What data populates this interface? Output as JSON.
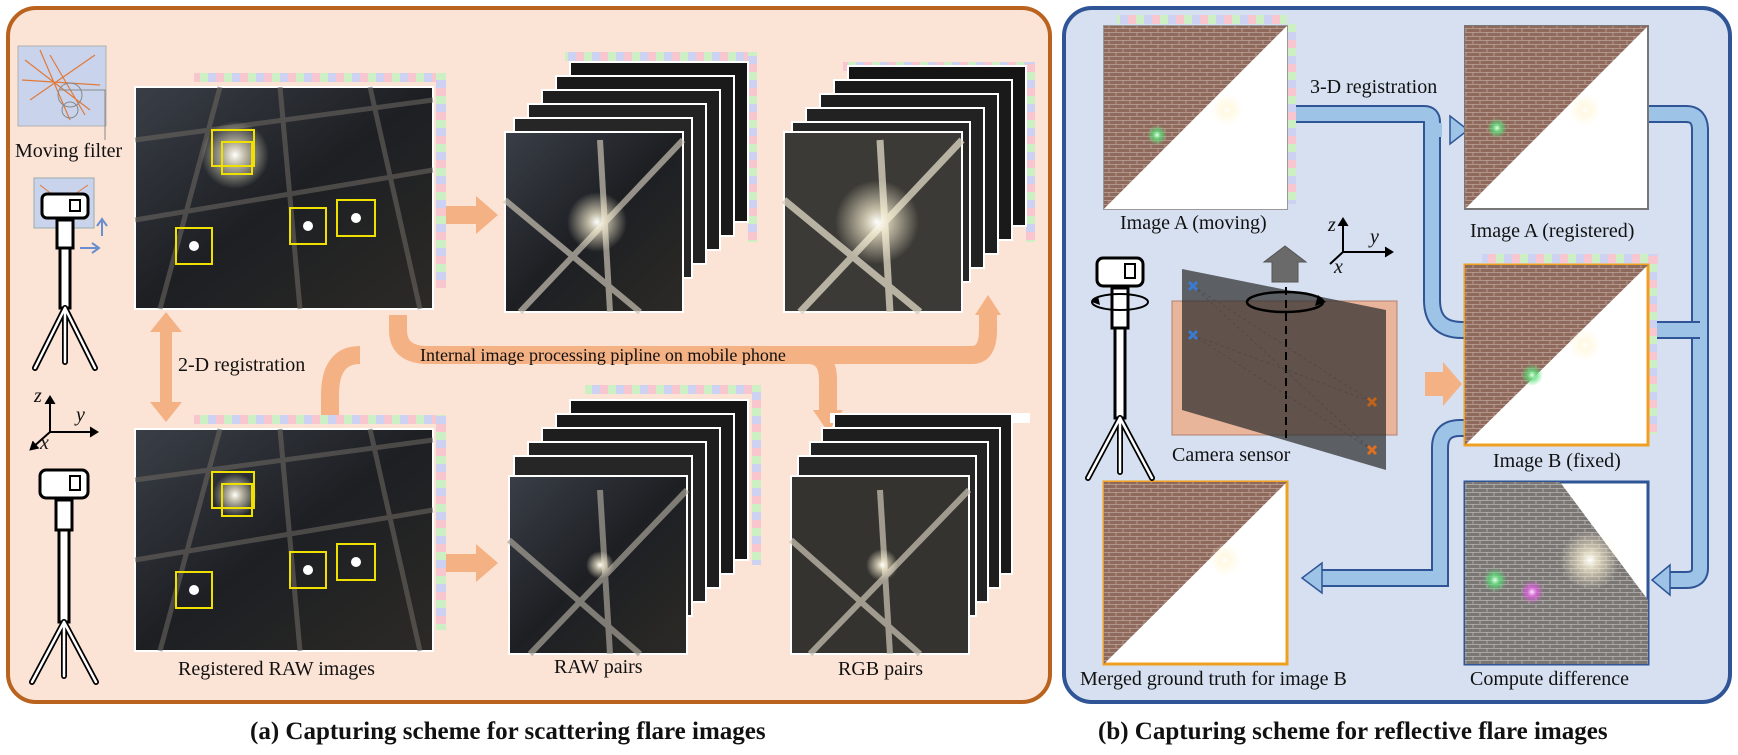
{
  "panel_a": {
    "moving_filter": "Moving filter",
    "two_d_registration": "2-D registration",
    "pipeline": "Internal image processing pipline on mobile phone",
    "registered_raw": "Registered RAW images",
    "raw_pairs": "RAW pairs",
    "rgb_pairs": "RGB pairs",
    "axis_z": "z",
    "axis_y": "y",
    "axis_x": "x"
  },
  "panel_b": {
    "three_d_registration": "3-D registration",
    "image_a_moving": "Image A (moving)",
    "image_a_registered": "Image A (registered)",
    "image_b_fixed": "Image B (fixed)",
    "camera_sensor": "Camera sensor",
    "merged_gt": "Merged ground truth for image B",
    "compute_difference": "Compute difference",
    "axis_z": "z",
    "axis_y": "y",
    "axis_x": "x"
  },
  "captions": {
    "a": "(a) Capturing scheme for scattering flare images",
    "b": "(b) Capturing scheme for reflective flare images"
  },
  "colors": {
    "panel_a_bg": "#fbe3d6",
    "panel_a_border": "#b9631e",
    "panel_b_bg": "#d6e0f1",
    "panel_b_border": "#2f5596",
    "orange_arrow": "#f4b183",
    "blue_arrow": "#9dc3e6",
    "highlight_box": "#f0e000"
  }
}
